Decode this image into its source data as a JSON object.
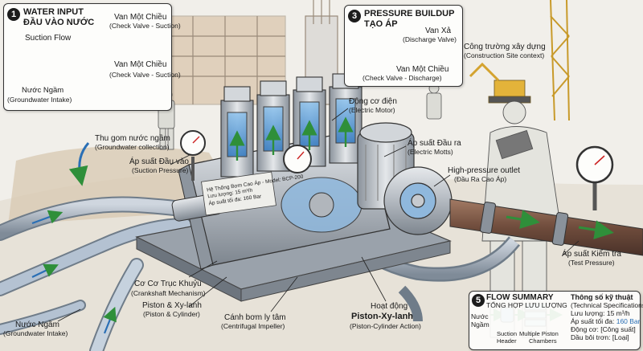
{
  "panel_water_input": {
    "number": "1",
    "title_en": "WATER INPUT",
    "title_vi": "ĐẦU VÀO NƯỚC",
    "suction_flow": "Suction Flow",
    "intake_vi": "Nước Ngầm",
    "intake_en": "(Groundwater Intake)",
    "valve1_vi": "Van Một Chiều",
    "valve1_en": "(Check Valve - Suction)",
    "valve2_vi": "Van Một Chiều",
    "valve2_en": "(Check Valve - Suction)"
  },
  "panel_pressure_buildup": {
    "number": "3",
    "title_en": "PRESSURE BUILDUP",
    "title_vi": "TẠO ÁP",
    "discharge_vi": "Van Xả",
    "discharge_en": "(Discharge Valve)",
    "check_vi": "Van Một Chiều",
    "check_en": "(Check Valve - Discharge)"
  },
  "labels": {
    "site_vi": "Công trường xây dựng",
    "site_en": "(Construction Site context)",
    "collection_vi": "Thu gom nước ngầm",
    "collection_en": "(Groundwater collection)",
    "suction_pressure_vi": "Áp suất Đầu vào",
    "suction_pressure_en": "(Suction Pressure)",
    "motor_vi": "Động cơ điện",
    "motor_en": "(Electric Motor)",
    "outlet_pressure_vi": "Áp suất Đầu ra",
    "outlet_pressure_en": "(Electric Motts)",
    "hp_outlet_en": "High-pressure outlet",
    "hp_outlet_vi": "(Đầu Ra Cao Áp)",
    "test_pressure_vi": "Áp suất Kiểm tra",
    "test_pressure_en": "(Test Pressure)",
    "crankshaft_vi": "Cơ Cơ Trục Khuỷu",
    "crankshaft_en": "(Crankshaft Mechanism)",
    "piston_vi": "Piston & Xy-lanh",
    "piston_en": "(Piston & Cylinder)",
    "groundwater_vi": "Nước Ngầm",
    "groundwater_en": "(Groundwater Intake)",
    "impeller_vi": "Cánh bơm ly tâm",
    "impeller_en": "(Centrifugal Impeller)",
    "action_vi1": "Hoạt động",
    "action_vi2": "Piston-Xy-lanh",
    "action_en": "(Piston-Cylinder Action)"
  },
  "nameplate": {
    "line1": "Hệ Thống Bơm Cao Áp - Model: BCP-200",
    "line2": "Lưu lượng: 15 m³/h",
    "line3": "Áp suất tối đa: 160 Bar"
  },
  "panel_flow_summary": {
    "number": "5",
    "title_en": "FLOW SUMMARY",
    "title_vi": "TỔNG HỢP LƯU LƯỢNG",
    "water_vi1": "Nước",
    "water_vi2": "Ngầm",
    "suction_header1": "Suction",
    "suction_header2": "Header",
    "chambers1": "Multiple Piston",
    "chambers2": "Chambers",
    "specs_vi": "Thông số kỹ thuật",
    "specs_en": "(Technical Specifications):",
    "spec_flow": "Lưu lượng: 15 m³/h",
    "spec_pressure_label": "Áp suất tối đa:",
    "spec_pressure_value": "160 Bar",
    "spec_motor": "Động cơ: [Công suất]",
    "spec_lube": "Dầu bôi trơn: [Loại]"
  },
  "colors": {
    "flow_arrow": "#2f8f3a",
    "water": "#3f7fc2",
    "steel": "#b9bec4",
    "accent_blue": "#2a6fb5"
  }
}
